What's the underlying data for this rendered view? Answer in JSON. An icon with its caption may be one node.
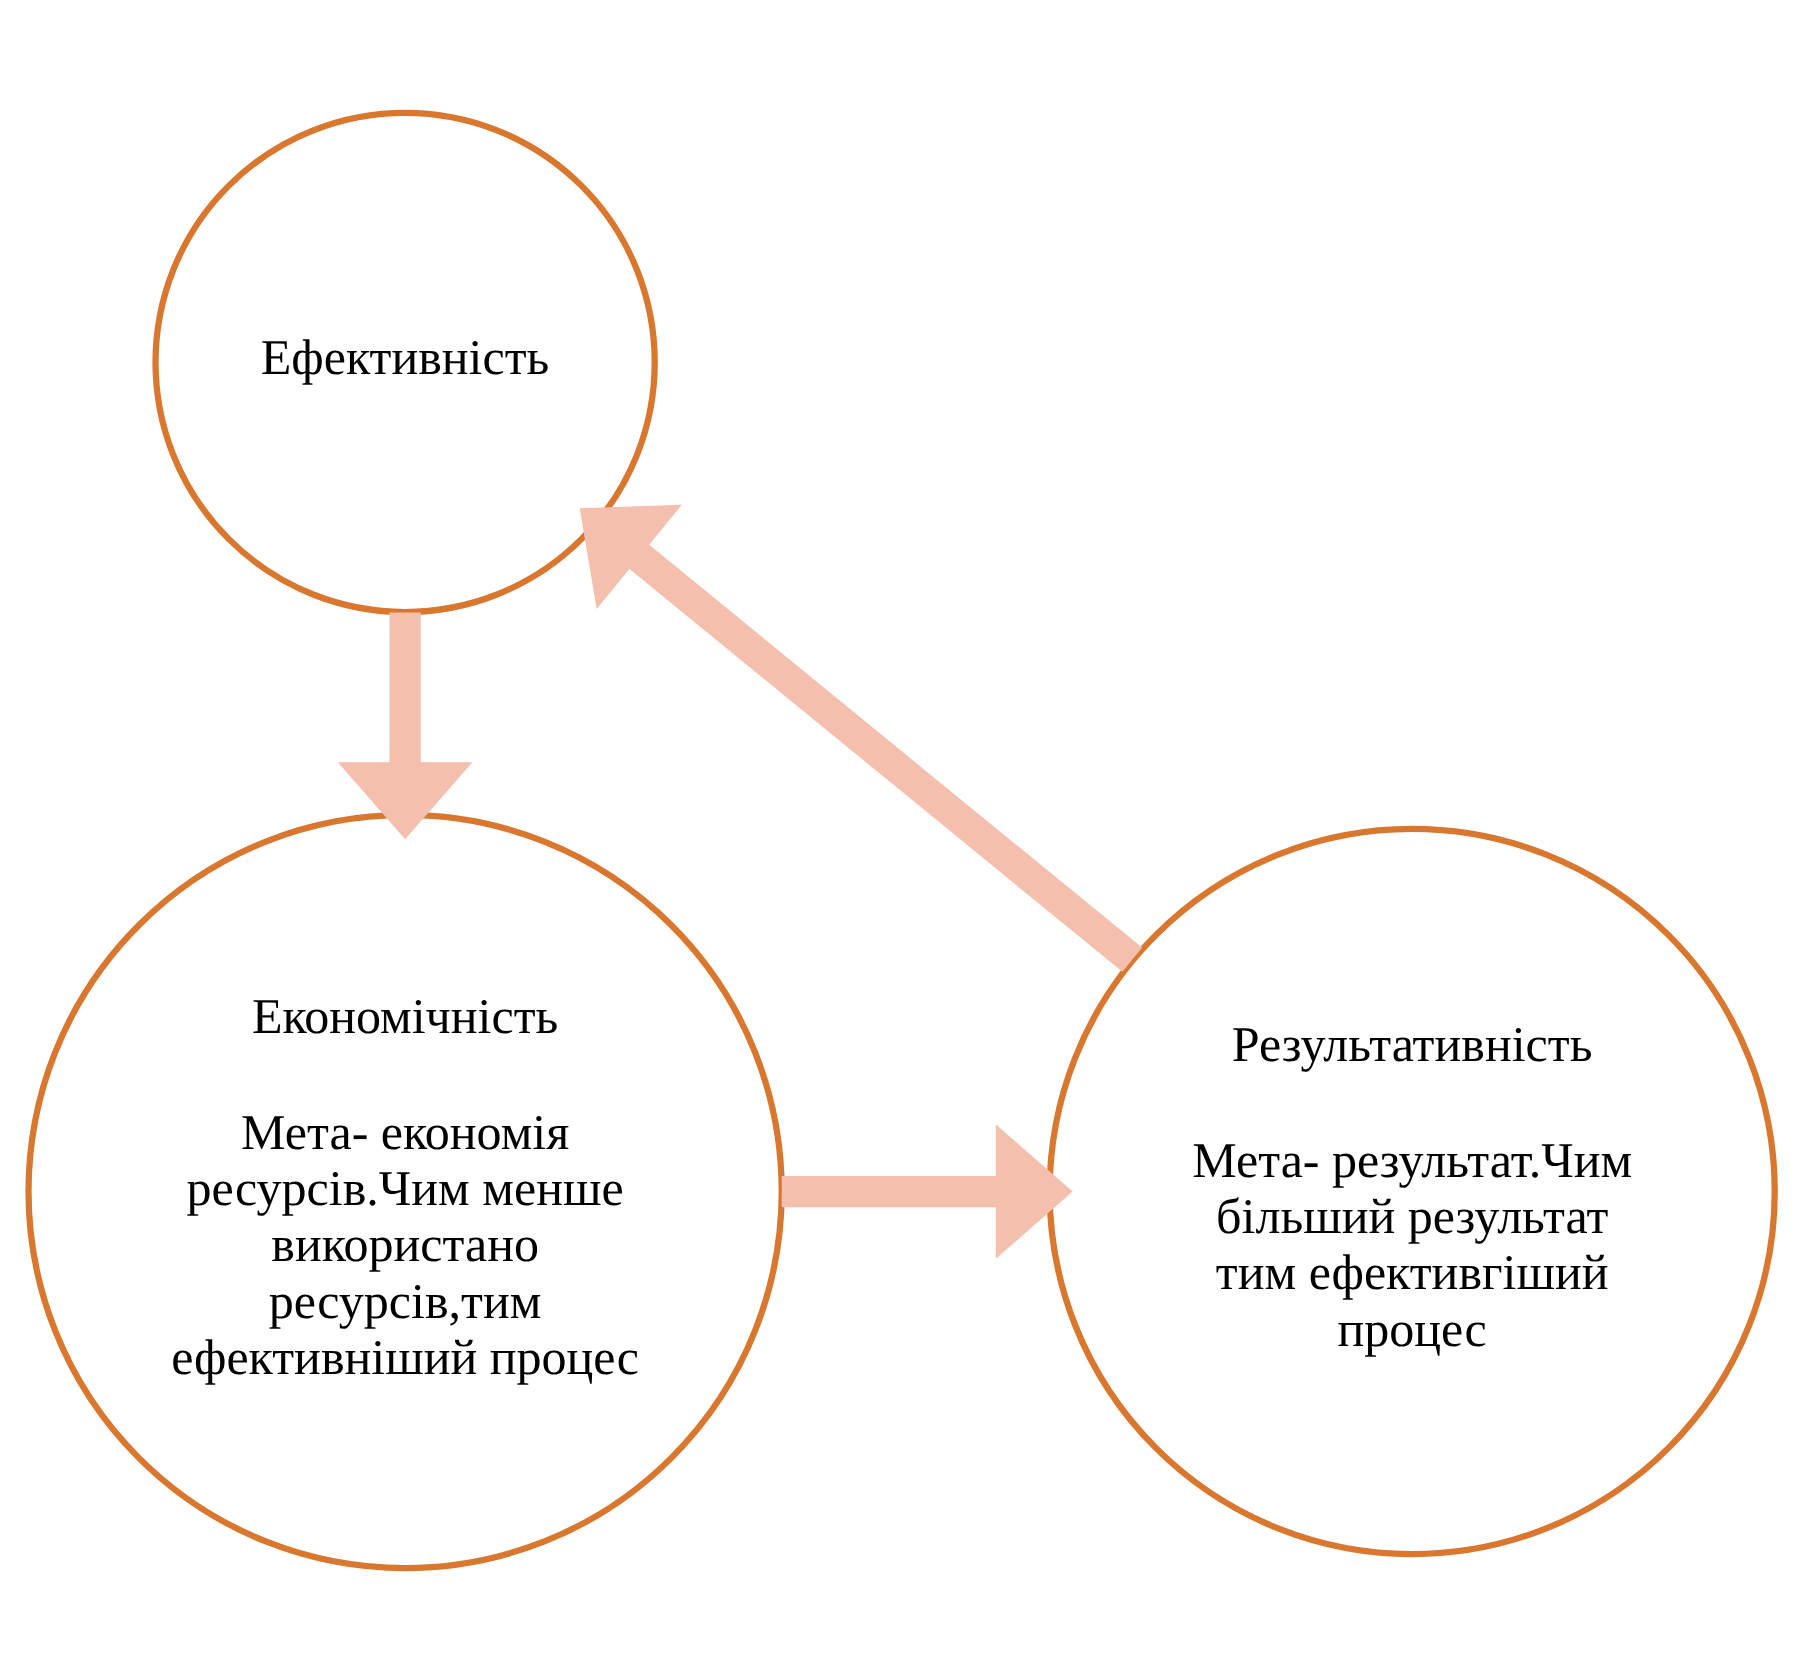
{
  "diagram": {
    "nodes": [
      {
        "text": [
          "Ефективність"
        ]
      },
      {
        "text": [
          "Економічність",
          "Мета- економія ресурсів.Чим менше використано ресурсів,тим ефективніший процес"
        ]
      },
      {
        "text": [
          "Результативність",
          "Мета- результат.Чим більший результат тим ефективгіший процес"
        ]
      }
    ],
    "edges": [
      {
        "from": 0,
        "to": 1,
        "arrow": "to"
      },
      {
        "from": 1,
        "to": 2,
        "arrow": "to"
      },
      {
        "from": 2,
        "to": 0,
        "arrow": "to"
      }
    ]
  }
}
